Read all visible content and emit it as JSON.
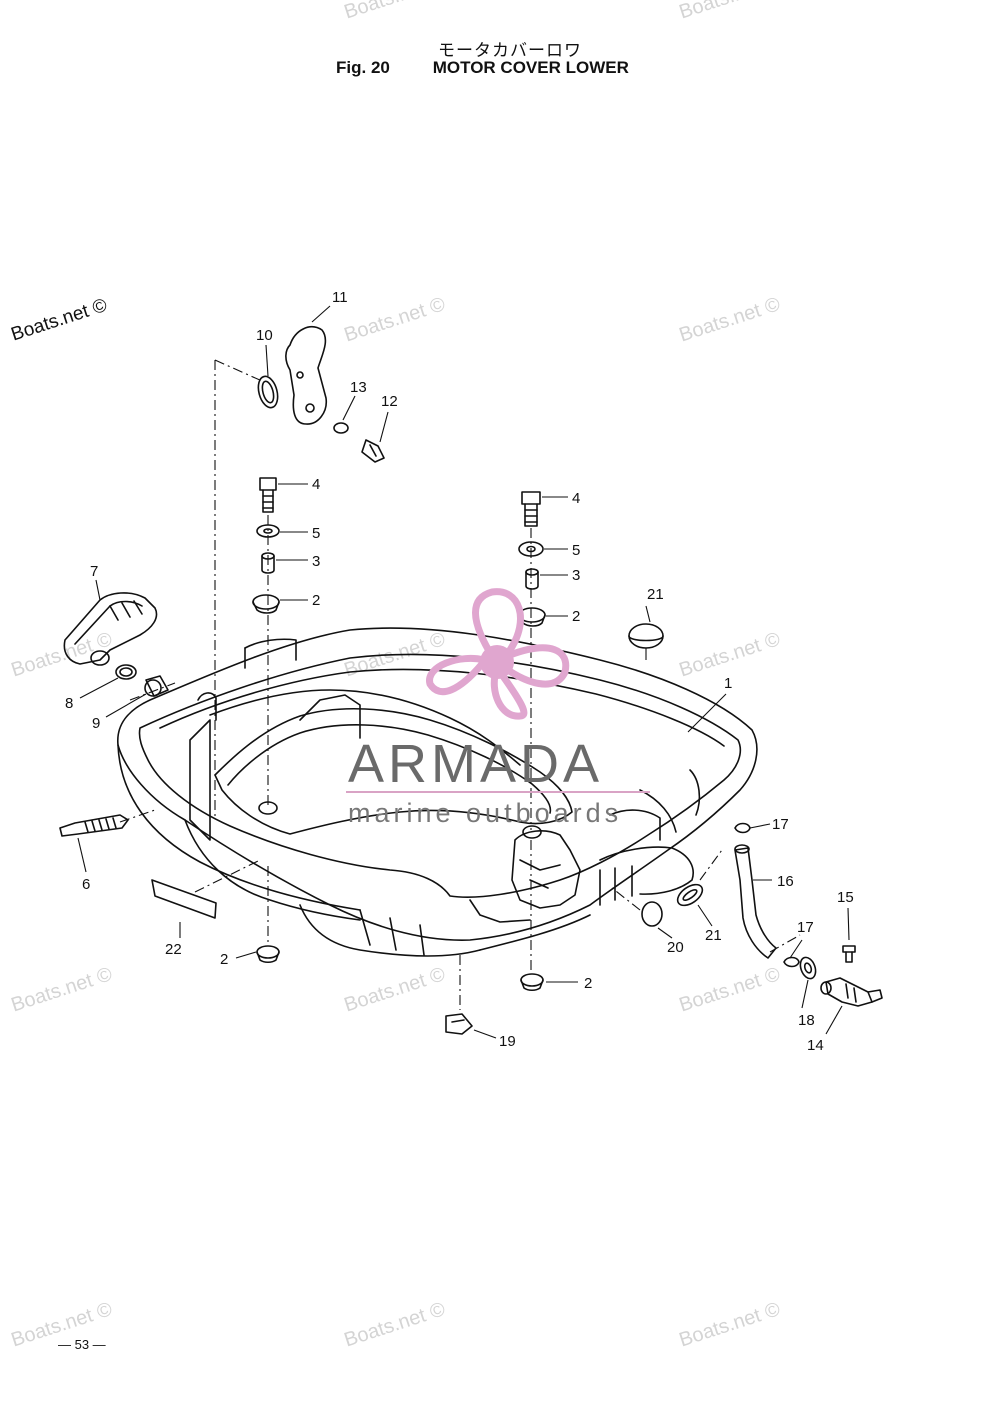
{
  "header": {
    "title_jp": "モータカバーロワ",
    "fig_label": "Fig. 20",
    "fig_title": "MOTOR COVER LOWER"
  },
  "watermark": {
    "site_text": "Boats.net ©"
  },
  "logo": {
    "brand": "ARMADA",
    "tagline": "marine outboards",
    "colors": {
      "propeller": "#e0a6cf",
      "text": "#6a6a6a",
      "line": "#d9a3c5"
    }
  },
  "parts": {
    "p1": "1",
    "p2": "2",
    "p3": "3",
    "p4": "4",
    "p5": "5",
    "p6": "6",
    "p7": "7",
    "p8": "8",
    "p9": "9",
    "p10": "10",
    "p11": "11",
    "p12": "12",
    "p13": "13",
    "p14": "14",
    "p15": "15",
    "p16": "16",
    "p17": "17",
    "p18": "18",
    "p19": "19",
    "p20": "20",
    "p21": "21",
    "p22": "22"
  },
  "footer": {
    "page_number": "— 53 —"
  }
}
